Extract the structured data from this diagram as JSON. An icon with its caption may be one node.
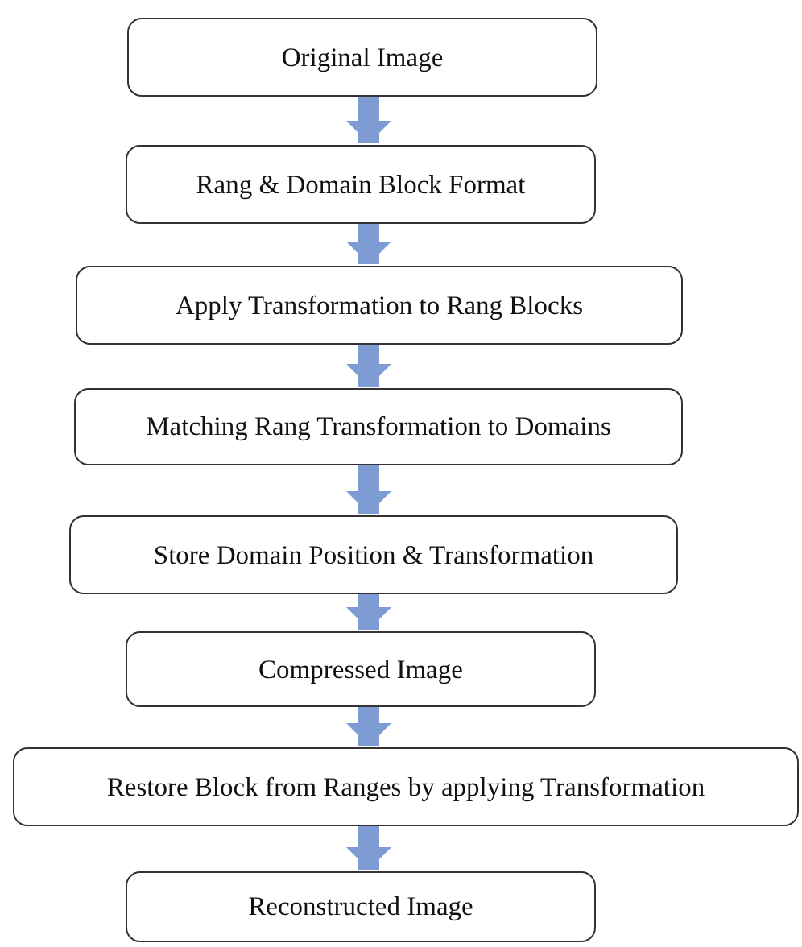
{
  "diagram": {
    "nodes": [
      {
        "text": [
          "Original Image"
        ]
      },
      {
        "text": [
          "Rang & Domain Block Format"
        ]
      },
      {
        "text": [
          "Apply Transformation to Rang Blocks"
        ]
      },
      {
        "text": [
          "Matching Rang Transformation to Domains"
        ]
      },
      {
        "text": [
          "Store Domain Position & Transformation"
        ]
      },
      {
        "text": [
          "Compressed Image"
        ]
      },
      {
        "text": [
          "Restore Block from Ranges by applying Transformation"
        ]
      },
      {
        "text": [
          "Reconstructed Image"
        ]
      }
    ],
    "edges": [
      {
        "from": 0,
        "to": 1,
        "arrow": "to"
      },
      {
        "from": 1,
        "to": 2,
        "arrow": "to"
      },
      {
        "from": 2,
        "to": 3,
        "arrow": "to"
      },
      {
        "from": 3,
        "to": 4,
        "arrow": "to"
      },
      {
        "from": 4,
        "to": 5,
        "arrow": "to"
      },
      {
        "from": 5,
        "to": 6,
        "arrow": "to"
      },
      {
        "from": 6,
        "to": 7,
        "arrow": "to"
      }
    ]
  }
}
